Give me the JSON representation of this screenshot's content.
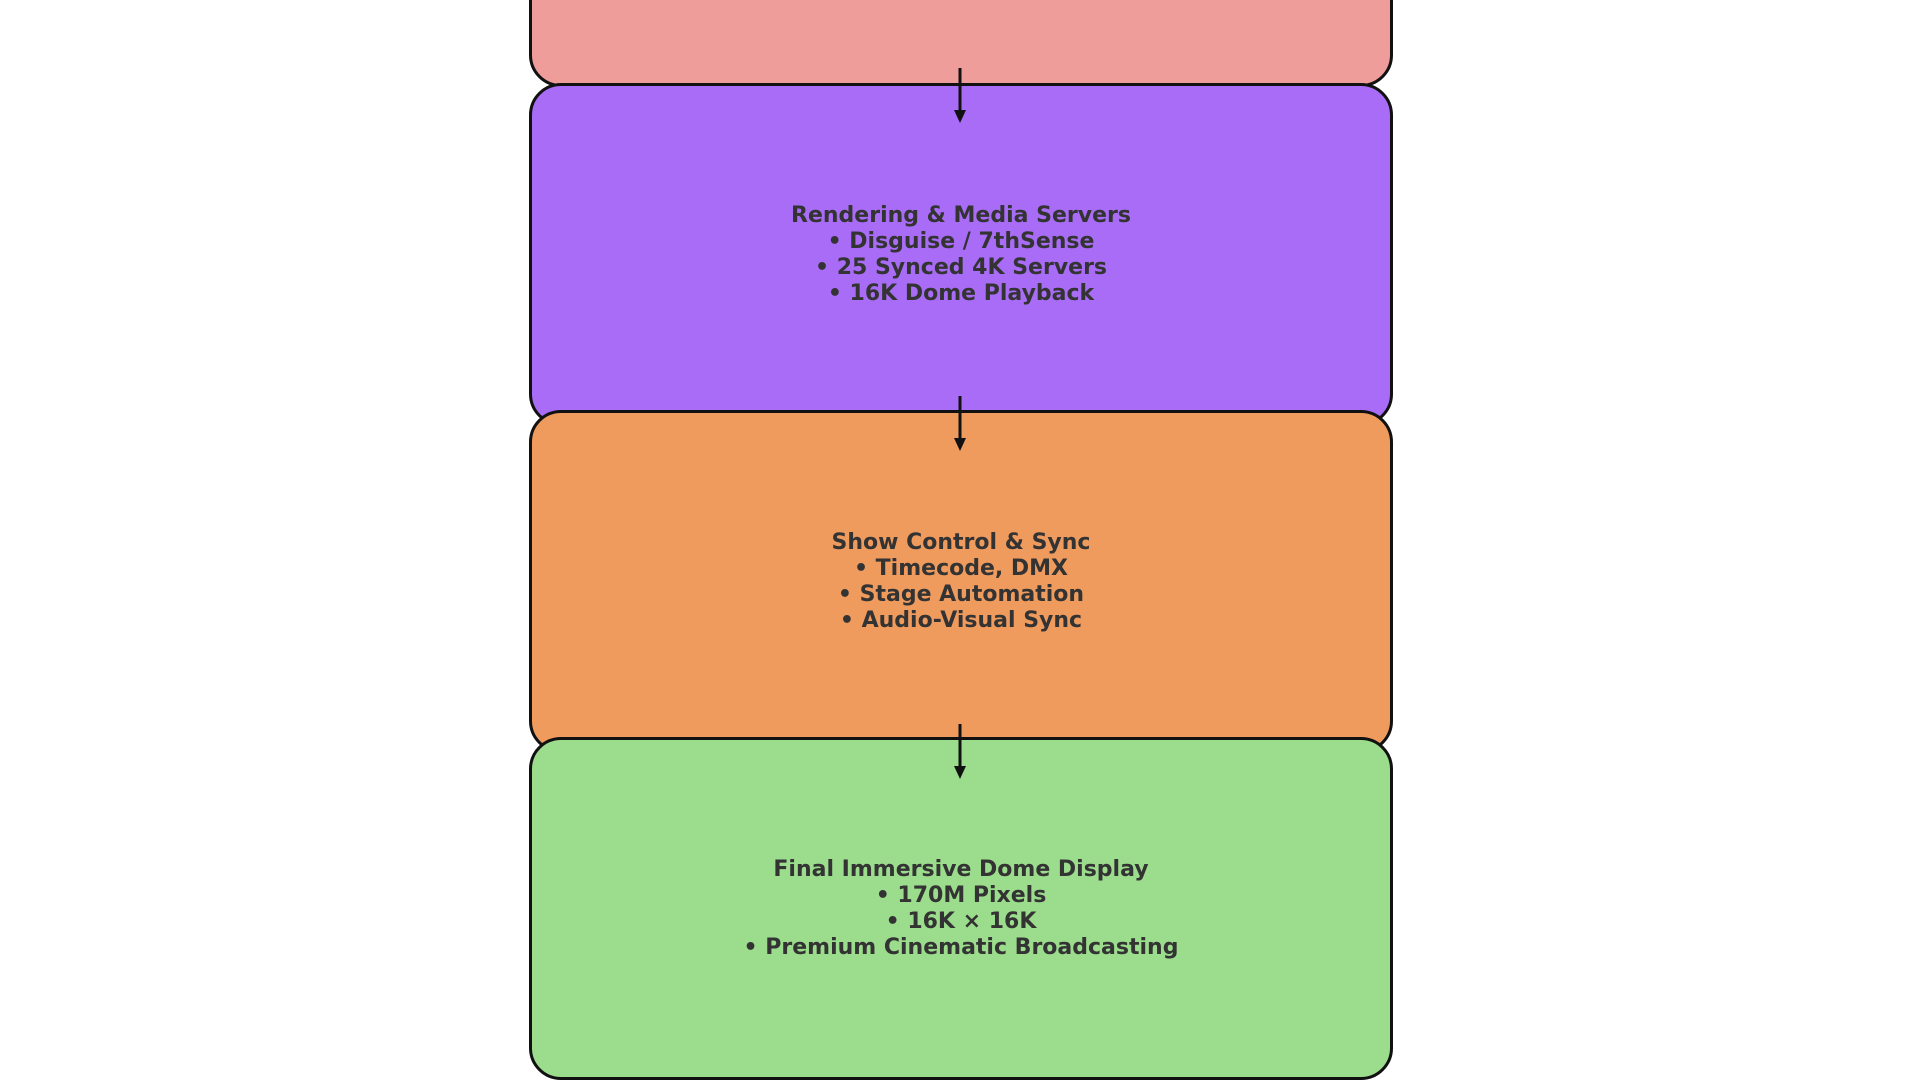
{
  "colors": {
    "stage1": "#ee9d9a",
    "stage2": "#a96cf7",
    "stage3": "#f09b5e",
    "stage4": "#9bdd8c",
    "border": "#111111"
  },
  "stages": [
    {
      "lines": []
    },
    {
      "lines": [
        "Rendering & Media Servers",
        "• Disguise / 7thSense",
        "• 25 Synced 4K Servers",
        "• 16K Dome Playback"
      ]
    },
    {
      "lines": [
        "Show Control & Sync",
        "• Timecode, DMX",
        "• Stage Automation",
        "• Audio-Visual Sync"
      ]
    },
    {
      "lines": [
        "Final Immersive Dome Display",
        "• 170M Pixels",
        "• 16K × 16K",
        "• Premium Cinematic Broadcasting"
      ]
    }
  ]
}
